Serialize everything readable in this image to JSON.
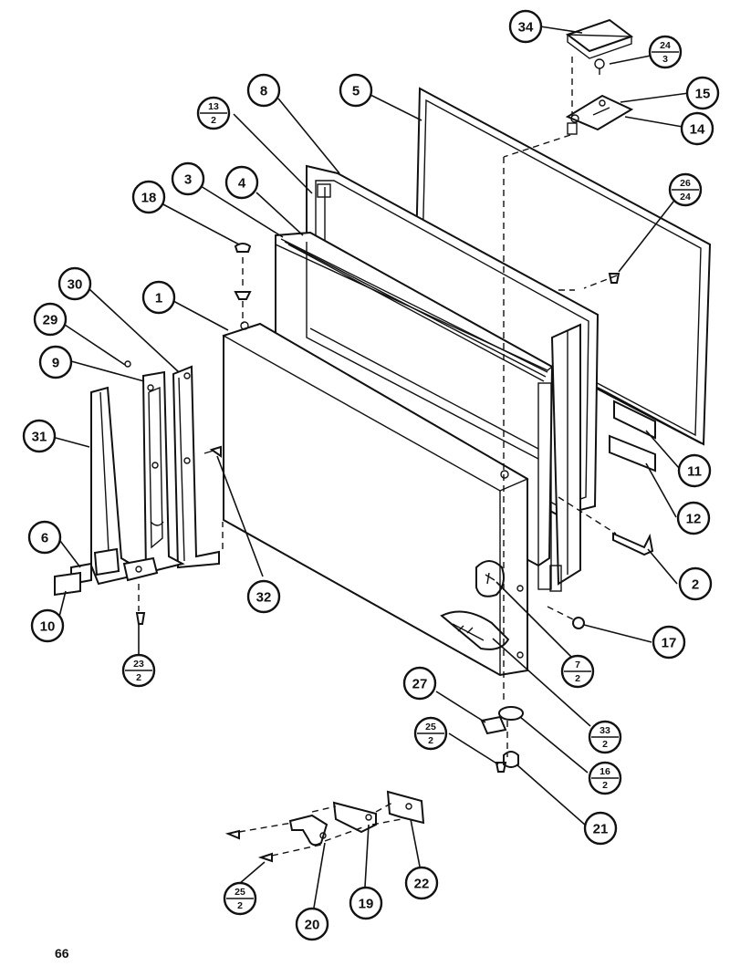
{
  "page_number": "66",
  "callouts": [
    {
      "id": "c34",
      "top": "34",
      "bottom": ""
    },
    {
      "id": "c24-3",
      "top": "24",
      "bottom": "3"
    },
    {
      "id": "c15",
      "top": "15",
      "bottom": ""
    },
    {
      "id": "c14",
      "top": "14",
      "bottom": ""
    },
    {
      "id": "c8",
      "top": "8",
      "bottom": ""
    },
    {
      "id": "c5",
      "top": "5",
      "bottom": ""
    },
    {
      "id": "c13-2",
      "top": "13",
      "bottom": "2"
    },
    {
      "id": "c3",
      "top": "3",
      "bottom": ""
    },
    {
      "id": "c4",
      "top": "4",
      "bottom": ""
    },
    {
      "id": "c18",
      "top": "18",
      "bottom": ""
    },
    {
      "id": "c26-24",
      "top": "26",
      "bottom": "24"
    },
    {
      "id": "c30",
      "top": "30",
      "bottom": ""
    },
    {
      "id": "c1",
      "top": "1",
      "bottom": ""
    },
    {
      "id": "c29",
      "top": "29",
      "bottom": ""
    },
    {
      "id": "c9",
      "top": "9",
      "bottom": ""
    },
    {
      "id": "c31",
      "top": "31",
      "bottom": ""
    },
    {
      "id": "c11",
      "top": "11",
      "bottom": ""
    },
    {
      "id": "c12",
      "top": "12",
      "bottom": ""
    },
    {
      "id": "c6",
      "top": "6",
      "bottom": ""
    },
    {
      "id": "c2",
      "top": "2",
      "bottom": ""
    },
    {
      "id": "c32",
      "top": "32",
      "bottom": ""
    },
    {
      "id": "c10",
      "top": "10",
      "bottom": ""
    },
    {
      "id": "c17",
      "top": "17",
      "bottom": ""
    },
    {
      "id": "c23-2",
      "top": "23",
      "bottom": "2"
    },
    {
      "id": "c7-2",
      "top": "7",
      "bottom": "2"
    },
    {
      "id": "c27",
      "top": "27",
      "bottom": ""
    },
    {
      "id": "c33-2",
      "top": "33",
      "bottom": "2"
    },
    {
      "id": "c25-2a",
      "top": "25",
      "bottom": "2"
    },
    {
      "id": "c16-2",
      "top": "16",
      "bottom": "2"
    },
    {
      "id": "c21",
      "top": "21",
      "bottom": ""
    },
    {
      "id": "c22",
      "top": "22",
      "bottom": ""
    },
    {
      "id": "c25-2b",
      "top": "25",
      "bottom": "2"
    },
    {
      "id": "c19",
      "top": "19",
      "bottom": ""
    },
    {
      "id": "c20",
      "top": "20",
      "bottom": ""
    }
  ]
}
